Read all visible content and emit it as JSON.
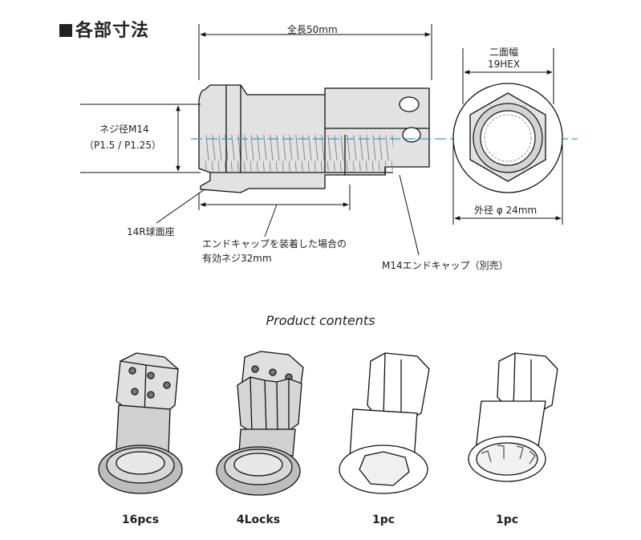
{
  "heading": "各部寸法",
  "dimensions": {
    "overall_length": "全長50mm",
    "thread_diameter": "ネジ径M14",
    "thread_pitch": "（P1.5 / P1.25）",
    "seat": "14R球面座",
    "effective_thread_line1": "エンドキャップを装着した場合の",
    "effective_thread_line2": "有効ネジ32mm",
    "end_cap": "M14エンドキャップ（別売）",
    "hex_label_line1": "二面幅",
    "hex_label_line2": "19HEX",
    "outer_diameter": "外径 φ 24mm"
  },
  "products": {
    "title": "Product contents",
    "items": [
      {
        "name": "lug-nut",
        "count": "16pcs"
      },
      {
        "name": "lock-nut",
        "count": "4Locks"
      },
      {
        "name": "socket",
        "count": "1pc"
      },
      {
        "name": "key-adapter",
        "count": "1pc"
      }
    ]
  },
  "colors": {
    "centerline": "#2a9fd6",
    "outline": "#111111",
    "metal": "#d9d9d9"
  }
}
